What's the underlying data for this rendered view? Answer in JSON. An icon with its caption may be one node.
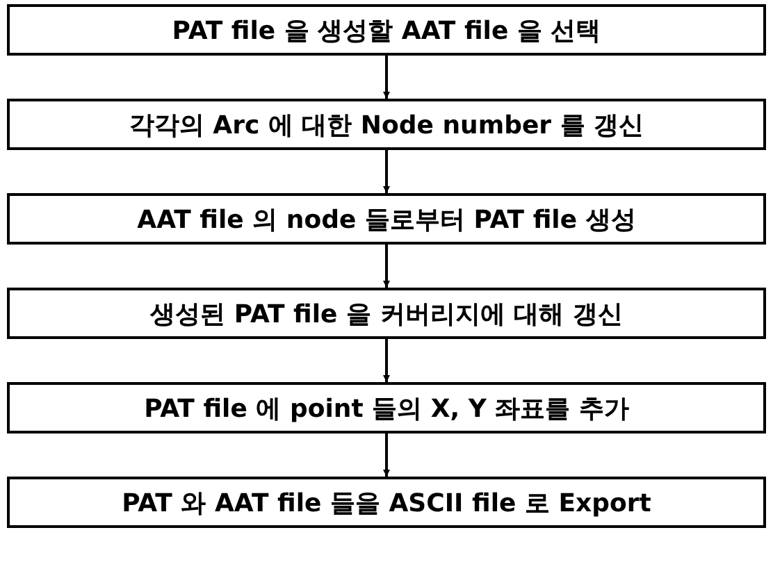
{
  "diagram": {
    "nodes": [
      {
        "text": [
          "PAT file 을 생성할 AAT file 을 선택"
        ]
      },
      {
        "text": [
          "각각의 Arc 에 대한 Node number 를 갱신"
        ]
      },
      {
        "text": [
          "AAT file 의 node 들로부터 PAT file 생성"
        ]
      },
      {
        "text": [
          "생성된 PAT file 을 커버리지에 대해 갱신"
        ]
      },
      {
        "text": [
          "PAT file 에 point 들의 X, Y 좌표를 추가"
        ]
      },
      {
        "text": [
          "PAT 와 AAT file 들을 ASCII file 로 Export"
        ]
      }
    ],
    "edges": [
      {
        "from": 0,
        "to": 1,
        "arrow": "to"
      },
      {
        "from": 1,
        "to": 2,
        "arrow": "to"
      },
      {
        "from": 2,
        "to": 3,
        "arrow": "to"
      },
      {
        "from": 3,
        "to": 4,
        "arrow": "to"
      },
      {
        "from": 4,
        "to": 5,
        "arrow": "to"
      }
    ]
  }
}
